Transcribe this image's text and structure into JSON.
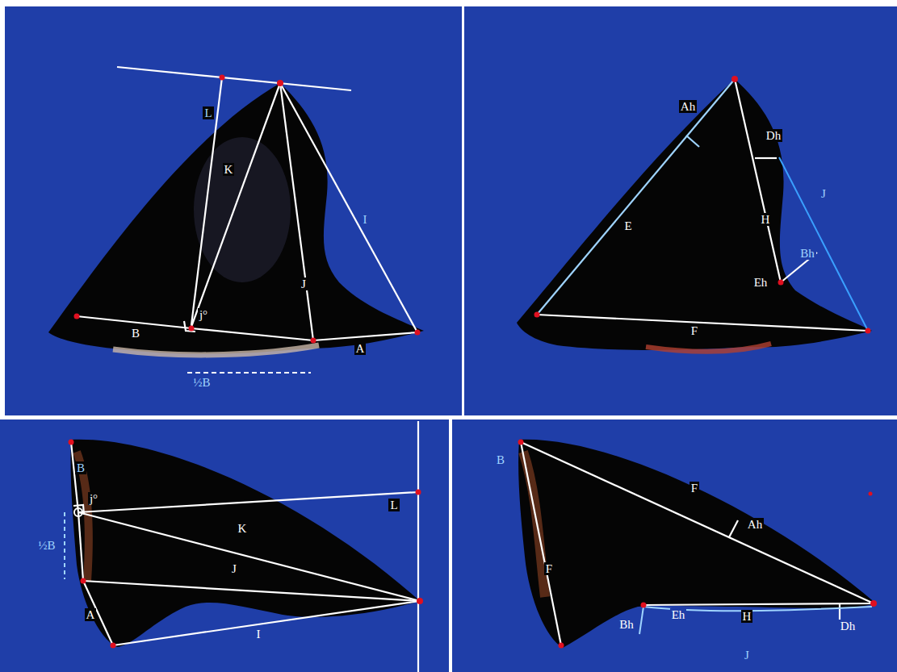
{
  "diagram": {
    "labels": [
      "L",
      "K",
      "J",
      "I",
      "B",
      "A",
      "j°",
      "½B",
      "Ah",
      "Dh",
      "E",
      "H",
      "Eh",
      "Bh",
      "J",
      "F",
      "B",
      "½B",
      "j°",
      "K",
      "L",
      "J",
      "A",
      "I",
      "B",
      "F",
      "Ah",
      "F",
      "Bh",
      "Eh",
      "H",
      "Dh",
      "J"
    ]
  }
}
